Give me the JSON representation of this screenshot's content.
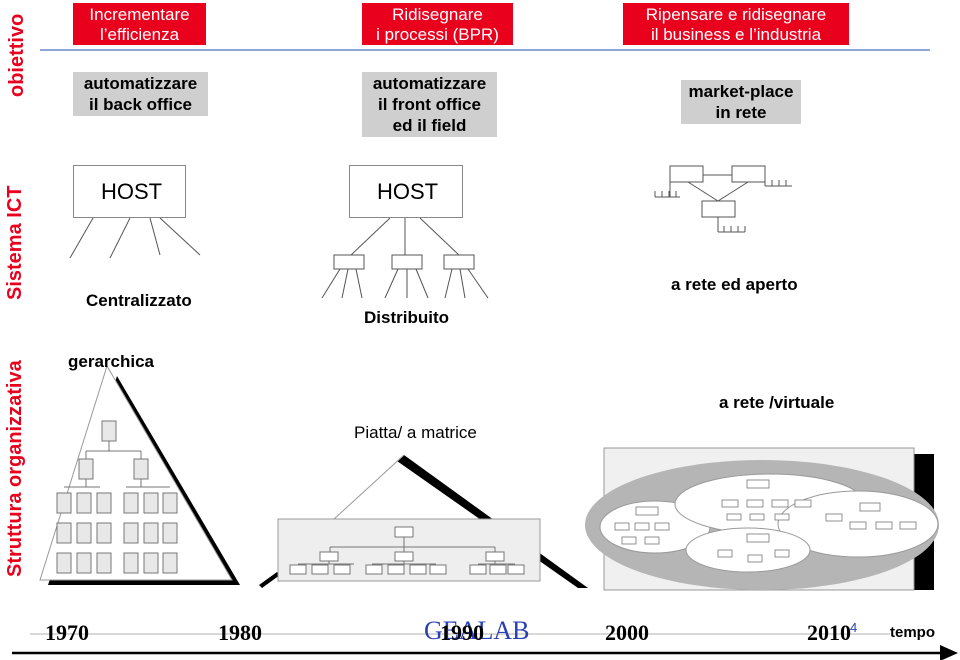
{
  "side_labels": {
    "objective": "obiettivo",
    "ict": "Sistema ICT",
    "org": "Struttura organizzativa"
  },
  "objectives": [
    {
      "title_l1": "Incrementare",
      "title_l2": "l’efficienza",
      "goal_l1": "automatizzare",
      "goal_l2": "il back office",
      "goal_l3": ""
    },
    {
      "title_l1": "Ridisegnare",
      "title_l2": "i processi (BPR)",
      "goal_l1": "automatizzare",
      "goal_l2": "il front office",
      "goal_l3": "ed il field"
    },
    {
      "title_l1": "Ripensare e ridisegnare",
      "title_l2": "il business e l’industria",
      "goal_l1": "market-place",
      "goal_l2": "in rete",
      "goal_l3": ""
    }
  ],
  "ict": {
    "host1": "HOST",
    "host2": "HOST",
    "centralized": "Centralizzato",
    "distributed": "Distribuito",
    "networked": "a rete ed aperto"
  },
  "org": {
    "hierarchical": "gerarchica",
    "flat": "Piatta/ a matrice",
    "virtual": "a rete /virtuale"
  },
  "timeline": {
    "years": [
      "1970",
      "1980",
      "1990",
      "2000",
      "2010"
    ],
    "brand_a": "GEA",
    "brand_b": "LAB",
    "page": "4",
    "axis_label": "tempo"
  },
  "colors": {
    "accent": "#e8001c",
    "box_gray": "#cfcfcf",
    "brand": "#2a3fb0"
  }
}
